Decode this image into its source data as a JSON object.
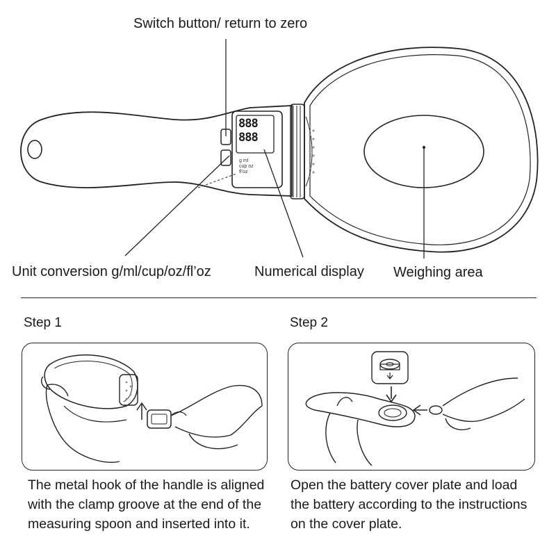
{
  "callouts": {
    "switch_button": "Switch button/ return to zero",
    "unit_conversion": "Unit conversion g/ml/cup/oz/fl’oz",
    "numerical_display": "Numerical display",
    "weighing_area": "Weighing area"
  },
  "display": {
    "digits": "888",
    "unit_marks": [
      "g",
      "ml",
      "cup",
      "oz",
      "fl’oz"
    ]
  },
  "steps": [
    {
      "title": "Step 1",
      "caption": "The metal hook of the handle is aligned with the clamp groove at the end of the measuring spoon and inserted into it."
    },
    {
      "title": "Step 2",
      "caption": "Open the battery cover plate and load the battery according to the instructions on the cover plate."
    }
  ]
}
